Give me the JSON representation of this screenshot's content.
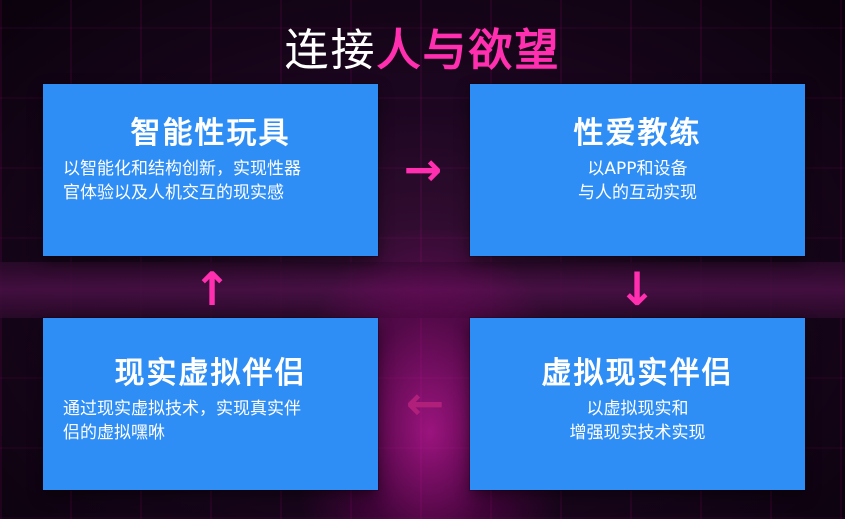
{
  "title": {
    "plain": "连接",
    "accent": "人与欲望"
  },
  "cards": {
    "top_left": {
      "title": "智能性玩具",
      "lines": [
        "以智能化和结构创新，实现性器",
        "官体验以及人机交互的现实感"
      ]
    },
    "top_right": {
      "title": "性爱教练",
      "lines": [
        "以APP和设备",
        "与人的互动实现"
      ]
    },
    "bottom_left": {
      "title": "现实虚拟伴侣",
      "lines": [
        "通过现实虚拟技术，实现真实伴",
        "侣的虚拟嘿咻"
      ]
    },
    "bottom_right": {
      "title": "虚拟现实伴侣",
      "lines": [
        "以虚拟现实和",
        "增强现实技术实现"
      ]
    }
  },
  "arrows": {
    "right": "→",
    "down": "↓",
    "left": "←",
    "up": "↑"
  },
  "colors": {
    "accent": "#ff2fb0",
    "card": "#2f8ef5",
    "text": "#ffffff"
  }
}
